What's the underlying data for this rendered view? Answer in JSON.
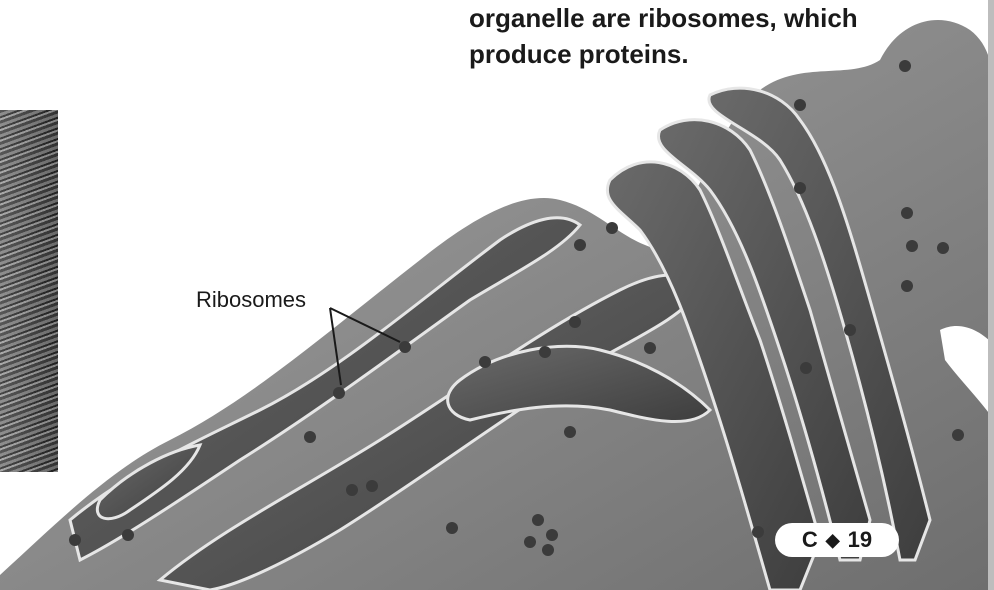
{
  "caption": {
    "text": "organelle are ribosomes, which\nproduce proteins."
  },
  "labels": {
    "ribosomes": "Ribosomes"
  },
  "page_badge": {
    "unit": "C",
    "separator_icon": "diamond-icon",
    "page_number": "19"
  },
  "colors": {
    "membrane_fill": "#8a8a8a",
    "lumen_fill": "#5a5a5a",
    "membrane_edge": "#e6e6e6",
    "ribosome": "#3b3b3b",
    "badge_background": "#ffffff"
  }
}
